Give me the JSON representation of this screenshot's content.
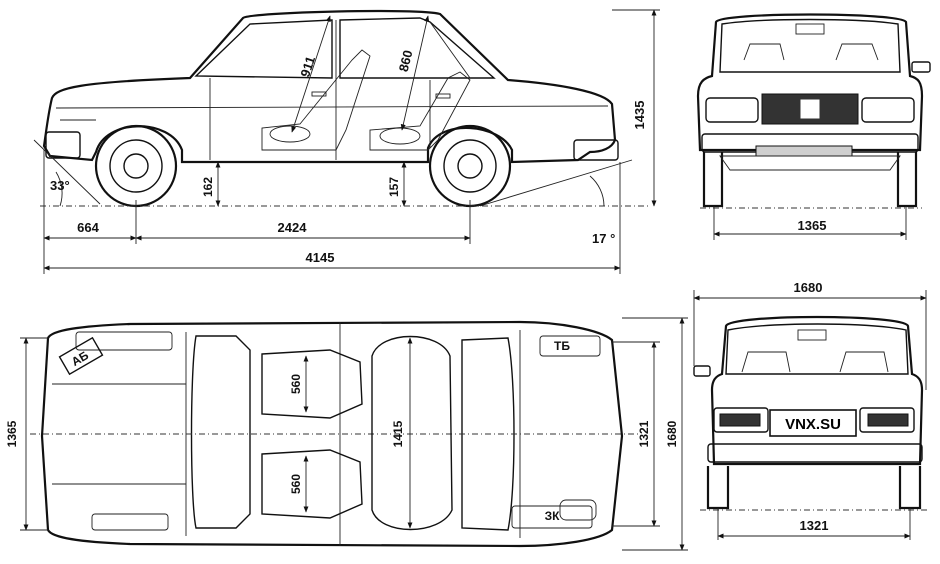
{
  "side_view": {
    "roof_diag_front": "911",
    "roof_diag_rear": "860",
    "height": "1435",
    "approach_angle": "33°",
    "front_clearance": "162",
    "rear_clearance": "157",
    "departure_angle": "17 °",
    "front_overhang": "664",
    "wheelbase": "2424",
    "length": "4145"
  },
  "front_view": {
    "track": "1365"
  },
  "top_view": {
    "overall_width": "1365",
    "seat_width_front_upper": "560",
    "seat_width_front_lower": "560",
    "rear_seat_width": "1415",
    "rear_track": "1321",
    "body_width": "1680",
    "battery_label": "АБ",
    "fuel_tank_label": "ТБ",
    "spare_wheel_label": "ЗК"
  },
  "rear_view": {
    "overall_width": "1680",
    "plate_text": "VNX.SU",
    "rear_track": "1321"
  }
}
